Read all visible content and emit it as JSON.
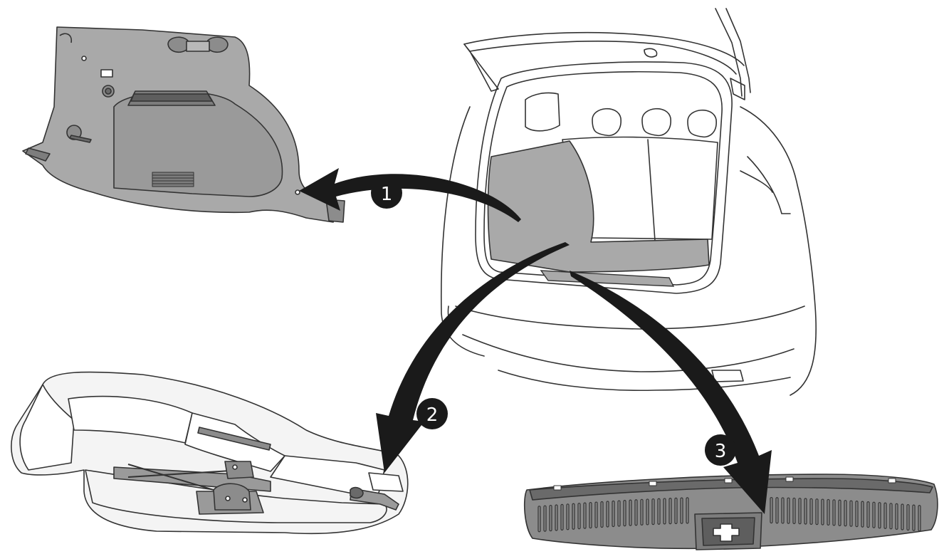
{
  "callouts": [
    {
      "label": "1"
    },
    {
      "label": "2"
    },
    {
      "label": "3"
    }
  ],
  "colors": {
    "outline": "#333333",
    "panel_fill": "#a9a9a9",
    "panel_dark": "#7d7d7d",
    "floor_fill": "#a9a9a9",
    "foam_fill": "#f4f4f4",
    "tool_fill": "#9a9a9a",
    "arrow_fill": "#1a1a1a",
    "callout_fill": "#1a1a1a",
    "callout_text": "#ffffff"
  },
  "icons": [
    "plus-icon"
  ]
}
